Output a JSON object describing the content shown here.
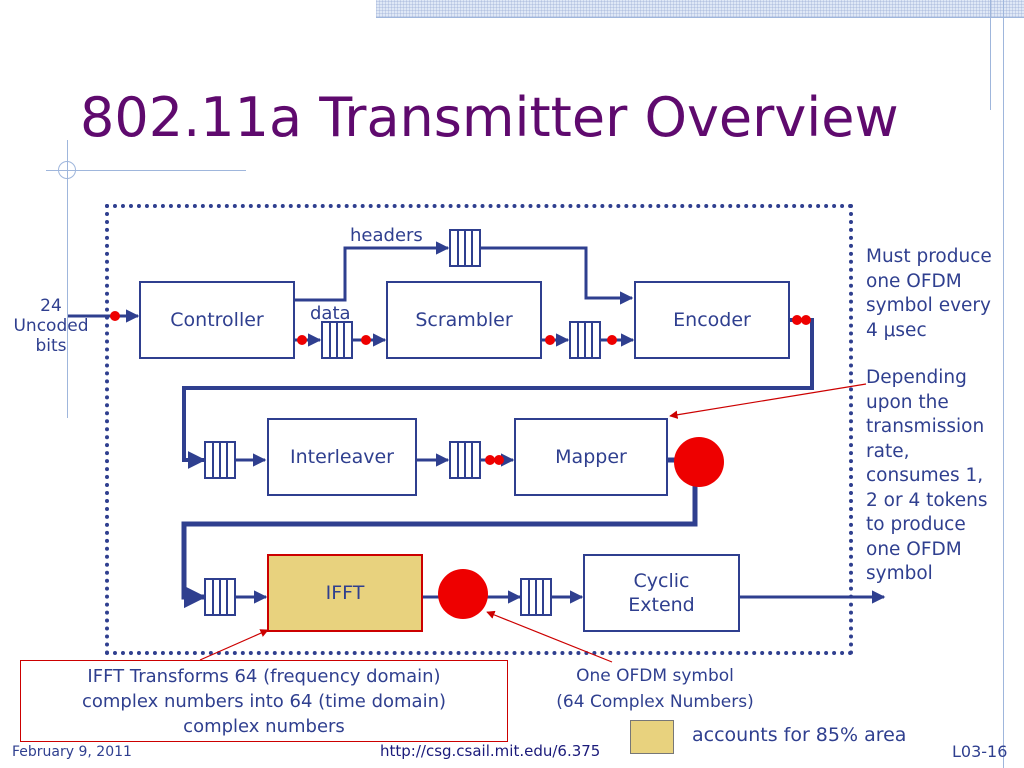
{
  "slide": {
    "title": "802.11a Transmitter Overview"
  },
  "diagram": {
    "input_label": [
      "24",
      "Uncoded",
      "bits"
    ],
    "headers_label": "headers",
    "data_label": "data",
    "blocks": {
      "controller": "Controller",
      "scrambler": "Scrambler",
      "encoder": "Encoder",
      "interleaver": "Interleaver",
      "mapper": "Mapper",
      "ifft": "IFFT",
      "cyclic_extend": [
        "Cyclic",
        "Extend"
      ]
    },
    "highlight_color": "#e8d27e",
    "line_color": "#2f3f8f",
    "token_color": "#ee0000"
  },
  "notes": {
    "timing": [
      "Must produce",
      "one OFDM",
      "symbol every",
      "4 μsec"
    ],
    "mapper": [
      "Depending",
      "upon the",
      "transmission",
      "rate,",
      "consumes 1,",
      "2 or 4 tokens",
      "to produce",
      "one OFDM",
      "symbol"
    ],
    "ofdm_symbol": [
      "One OFDM symbol",
      "(64 Complex Numbers)"
    ],
    "ifft_callout": [
      "IFFT Transforms 64 (frequency domain)",
      "complex numbers into 64 (time domain)",
      "complex numbers"
    ],
    "legend": "accounts for 85% area"
  },
  "footer": {
    "date": "February 9, 2011",
    "url": "http://csg.csail.mit.edu/6.375",
    "slide_number": "L03-16"
  }
}
